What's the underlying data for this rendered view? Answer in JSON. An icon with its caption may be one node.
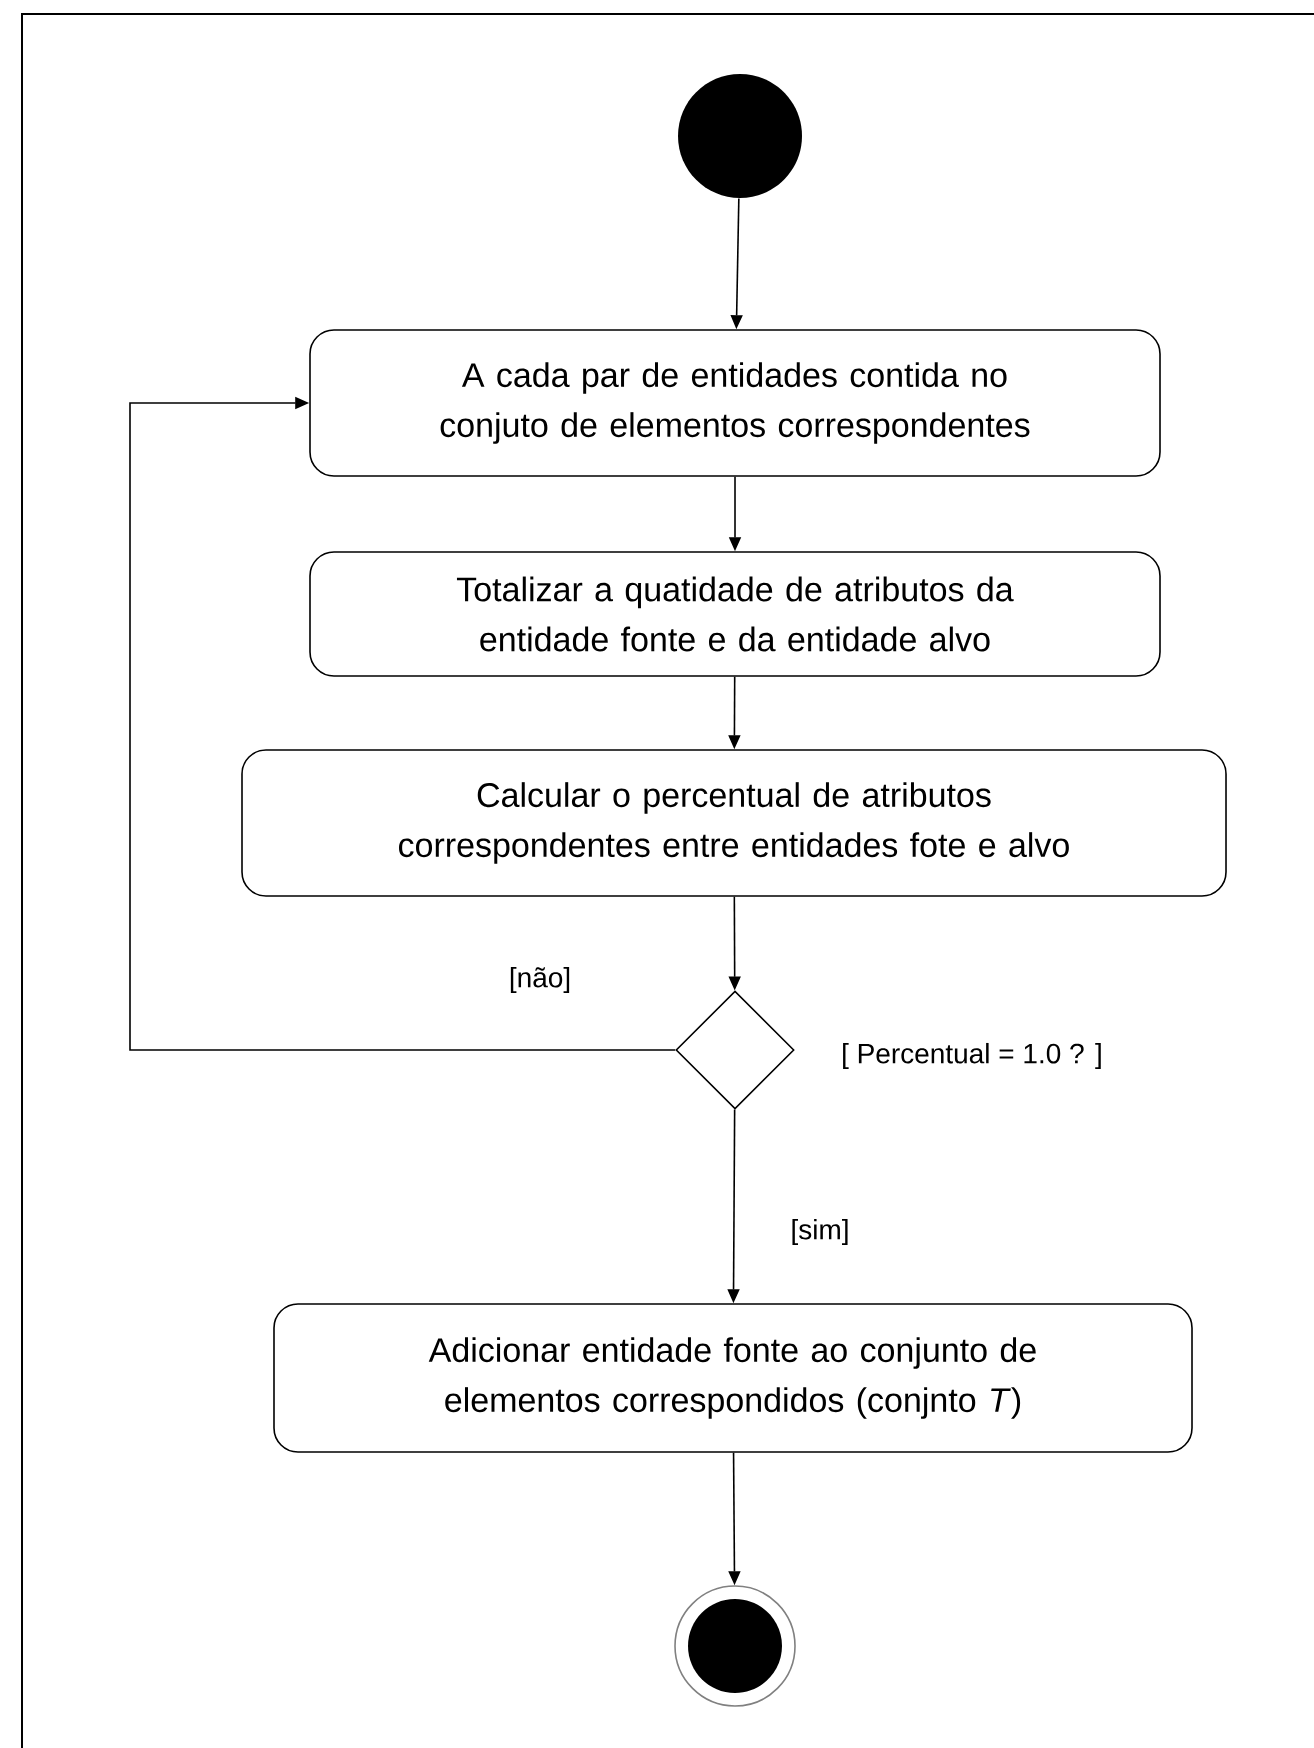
{
  "diagram": {
    "nodes": [
      {
        "text": [],
        "shape": "circle"
      },
      {
        "text": [
          "A cada par de entidades contida no conjuto de  elementos correspondentes"
        ]
      },
      {
        "text": [
          "Totalizar a quatidade de atributos da entidade fonte e da entidade alvo"
        ]
      },
      {
        "text": [
          "Calcular o percentual de atributos correspondentes entre entidades fote e alvo"
        ]
      },
      {
        "text": [],
        "shape": "diamond",
        "beside": [
          "[ Percentual = 1.0 ? ]"
        ]
      },
      {
        "text": [
          "Adicionar entidade fonte  ao conjunto de elementos correspondidos (conjnto *T*)"
        ]
      },
      {
        "text": [],
        "shape": "circle"
      }
    ],
    "edges": [
      {
        "from": 0,
        "to": 1,
        "arrow": "to"
      },
      {
        "from": 1,
        "to": 2,
        "arrow": "to"
      },
      {
        "from": 2,
        "to": 3,
        "arrow": "to"
      },
      {
        "from": 3,
        "to": 4,
        "arrow": "to"
      },
      {
        "from": 4,
        "to": 1,
        "arrow": "to",
        "label": "[não]"
      },
      {
        "from": 4,
        "to": 5,
        "arrow": "to",
        "label": "[sim]"
      },
      {
        "from": 5,
        "to": 6,
        "arrow": "to"
      }
    ]
  }
}
